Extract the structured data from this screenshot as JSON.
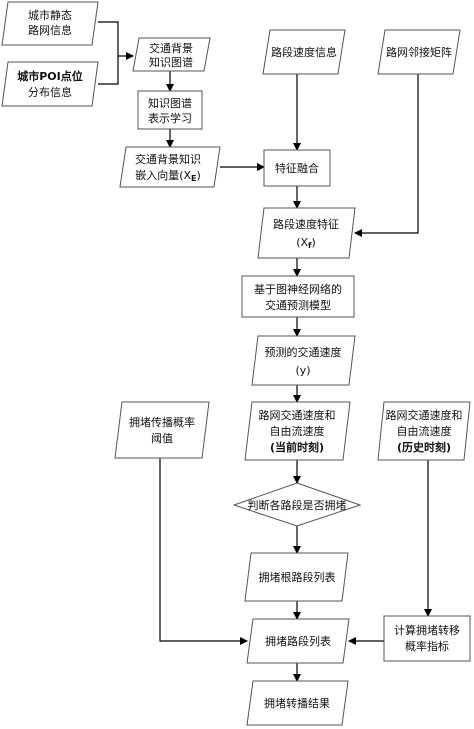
{
  "nodes": {
    "city_static_road_info": {
      "lines": [
        "城市静态",
        "路网信息"
      ]
    },
    "city_poi_distribution": {
      "lines": [
        "城市POI点位",
        "分布信息"
      ]
    },
    "traffic_background_kg": {
      "lines": [
        "交通背景",
        "知识图谱"
      ]
    },
    "kg_representation_learning": {
      "lines": [
        "知识图谱",
        "表示学习"
      ]
    },
    "background_embedding": {
      "lines": [
        "交通背景知识",
        "嵌入向量(X",
        ")"
      ],
      "sub": "E"
    },
    "road_speed_info": {
      "lines": [
        "路段速度信息"
      ]
    },
    "road_adjacency_matrix": {
      "lines": [
        "路网邻接矩阵"
      ]
    },
    "feature_fusion": {
      "lines": [
        "特征融合"
      ]
    },
    "road_speed_feature": {
      "lines": [
        "路段速度特征",
        "(X",
        ")"
      ],
      "sub": "f"
    },
    "gnn_model": {
      "lines": [
        "基于图神经网络的",
        "交通预测模型"
      ]
    },
    "predicted_speed": {
      "lines": [
        "预测的交通速度",
        "(y)"
      ]
    },
    "current_speed": {
      "lines": [
        "路网交通速度和",
        "自由流速度",
        "(当前时刻)"
      ]
    },
    "historical_speed": {
      "lines": [
        "路网交通速度和",
        "自由流速度",
        "(历史时刻)"
      ]
    },
    "propagation_threshold": {
      "lines": [
        "拥堵传播概率",
        "阈值"
      ]
    },
    "judge_congestion": {
      "lines": [
        "判断各路段是否拥堵"
      ]
    },
    "root_road_list": {
      "lines": [
        "拥堵根路段列表"
      ]
    },
    "congested_road_list": {
      "lines": [
        "拥堵路段列表"
      ]
    },
    "transfer_probability_index": {
      "lines": [
        "计算拥堵转移",
        "概率指标"
      ]
    },
    "propagation_result": {
      "lines": [
        "拥堵转播结果"
      ]
    }
  },
  "colors": {
    "stroke": "#555555",
    "arrow": "#000000",
    "text": "#111111"
  }
}
